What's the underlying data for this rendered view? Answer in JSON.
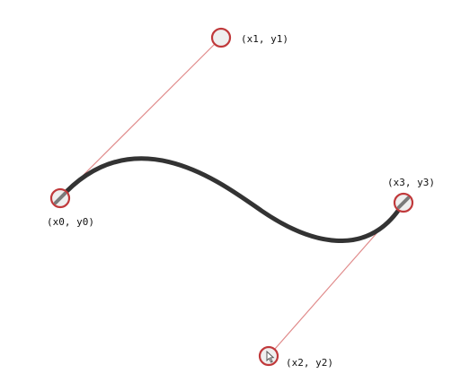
{
  "diagram": {
    "colors": {
      "curve": "#333333",
      "control_line": "#e08a8a",
      "handle_ring": "#c0393b",
      "handle_fill": "#efefef",
      "endpoint_marker": "#7a7a7a"
    },
    "points": {
      "p0": {
        "label": "(x0, y0)"
      },
      "p1": {
        "label": "(x1, y1)"
      },
      "p2": {
        "label": "(x2, y2)"
      },
      "p3": {
        "label": "(x3, y3)"
      }
    }
  }
}
